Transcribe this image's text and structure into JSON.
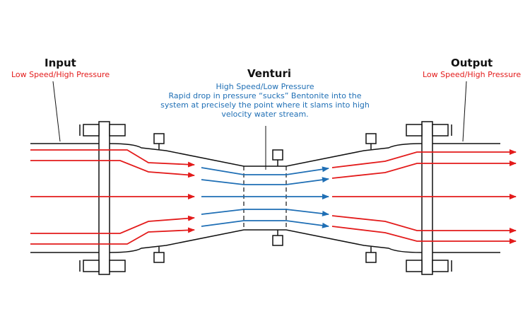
{
  "input": {
    "title": "Input",
    "subtitle": "Low Speed/High Pressure"
  },
  "venturi": {
    "title": "Venturi",
    "subtitle": "High Speed/Low Pressure",
    "desc_line1": "Rapid drop in pressure “sucks” Bentonite into the",
    "desc_line2": "system at precisely the point where it slams into high",
    "desc_line3": "velocity water stream."
  },
  "output": {
    "title": "Output",
    "subtitle": "Low Speed/High Pressure"
  },
  "colors": {
    "high_pressure": "#e31b1b",
    "low_pressure": "#1f6fb5",
    "outline": "#111111"
  }
}
